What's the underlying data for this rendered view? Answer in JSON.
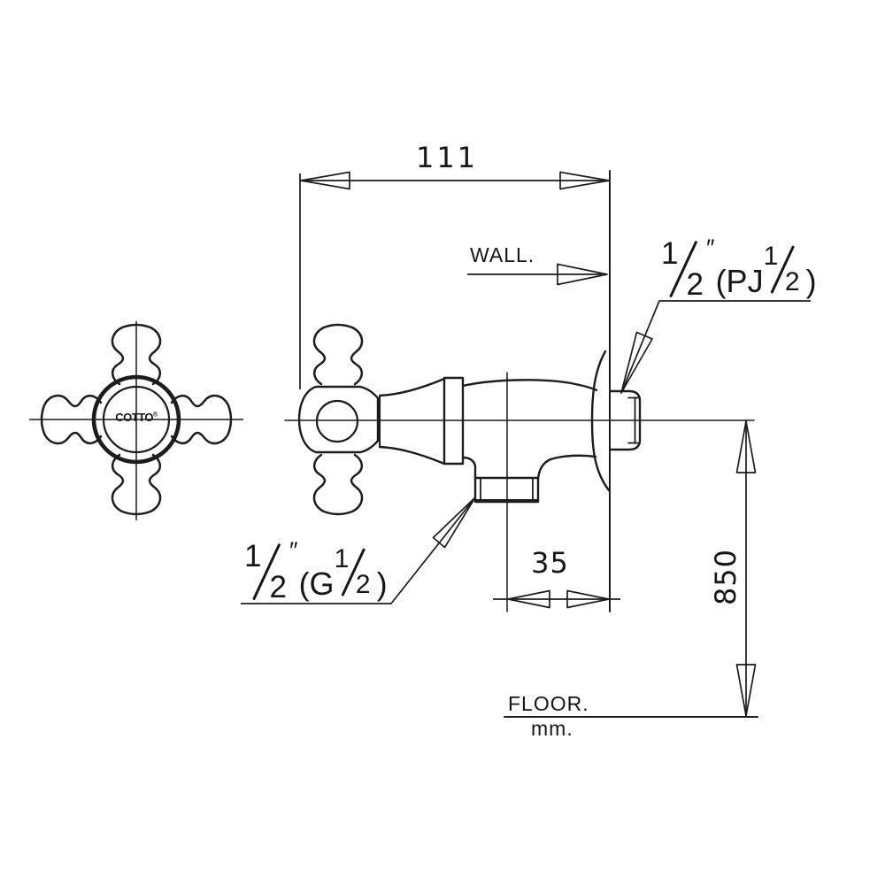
{
  "drawing": {
    "brand": {
      "name": "COTTO",
      "mark": "®"
    },
    "dimensions": {
      "body_width": "111",
      "outlet_to_wall": "35",
      "mounting_height": "850",
      "unit": "mm."
    },
    "labels": {
      "wall": "WALL.",
      "floor": "FLOOR."
    },
    "connections": {
      "inlet": {
        "size_num": "1",
        "size_den": "2",
        "prime": "″",
        "prefix": "(PJ",
        "thread_num": "1",
        "thread_den": "2",
        "suffix": ")"
      },
      "outlet": {
        "size_num": "1",
        "size_den": "2",
        "prime": "″",
        "prefix": "(G",
        "thread_num": "1",
        "thread_den": "2",
        "suffix": ")"
      }
    }
  }
}
